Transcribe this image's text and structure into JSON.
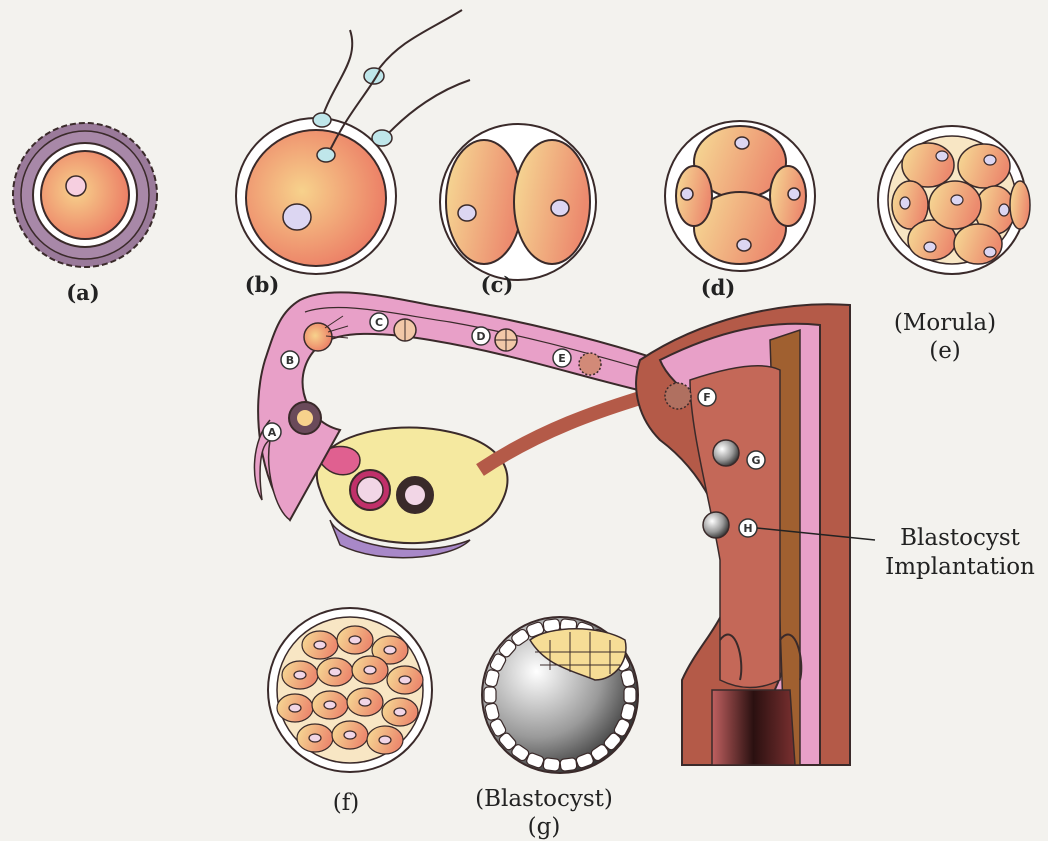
{
  "captions": {
    "a": "(a)",
    "b": "(b)",
    "c": "(c)",
    "d": "(d)",
    "e_name": "(Morula)",
    "e": "(e)",
    "f": "(f)",
    "g_name": "(Blastocyst)",
    "g": "(g)"
  },
  "markers": {
    "A": "A",
    "B": "B",
    "C": "C",
    "D": "D",
    "E": "E",
    "F": "F",
    "G": "G",
    "H": "H"
  },
  "annotation": {
    "line1": "Blastocyst",
    "line2": "Implantation"
  },
  "colors": {
    "cell_light": "#f6dd96",
    "cell_dark": "#ec8a6e",
    "oviduct": "#e8a0c8",
    "uterus_wall": "#b45a48",
    "ovary": "#f5e9a0",
    "outline": "#3a2a2a"
  }
}
